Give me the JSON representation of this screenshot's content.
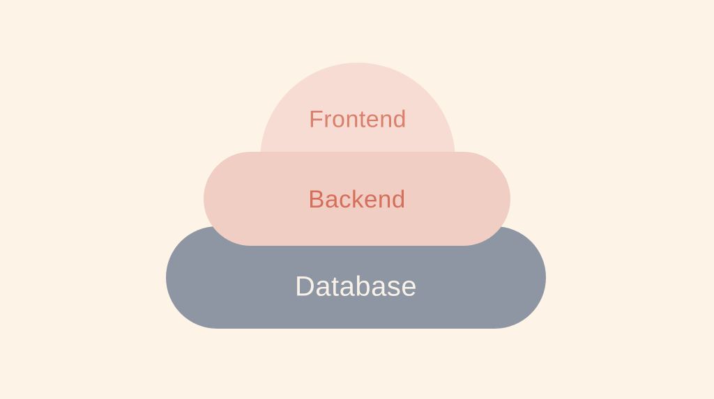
{
  "diagram": {
    "background_color": "#fdf3e7",
    "layers": [
      {
        "id": "frontend",
        "label": "Frontend",
        "shape": "dome",
        "fill_color": "#f7dcd3",
        "text_color": "#d97f6c"
      },
      {
        "id": "backend",
        "label": "Backend",
        "shape": "pill",
        "fill_color": "#f0cec3",
        "text_color": "#d66e5c"
      },
      {
        "id": "database",
        "label": "Database",
        "shape": "pill",
        "fill_color": "#8e96a3",
        "text_color": "#f7f1e8"
      }
    ]
  }
}
